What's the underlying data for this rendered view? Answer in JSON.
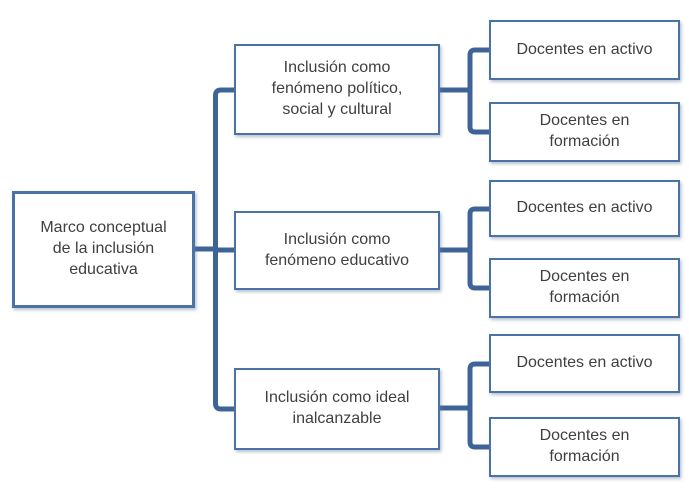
{
  "diagram": {
    "root": {
      "label": "Marco conceptual\nde la inclusión\neducativa"
    },
    "branches": [
      {
        "label": "Inclusión como\nfenómeno político,\nsocial y cultural",
        "children": [
          {
            "label": "Docentes en activo"
          },
          {
            "label": "Docentes en\nformación"
          }
        ]
      },
      {
        "label": "Inclusión como\nfenómeno educativo",
        "children": [
          {
            "label": "Docentes en activo"
          },
          {
            "label": "Docentes en\nformación"
          }
        ]
      },
      {
        "label": "Inclusión como ideal\ninalcanzable",
        "children": [
          {
            "label": "Docentes en activo"
          },
          {
            "label": "Docentes en\nformación"
          }
        ]
      }
    ],
    "colors": {
      "line": "#3E6497",
      "border": "#4A72A4",
      "text": "#3F3F3F",
      "fill": "#FFFFFF"
    }
  }
}
